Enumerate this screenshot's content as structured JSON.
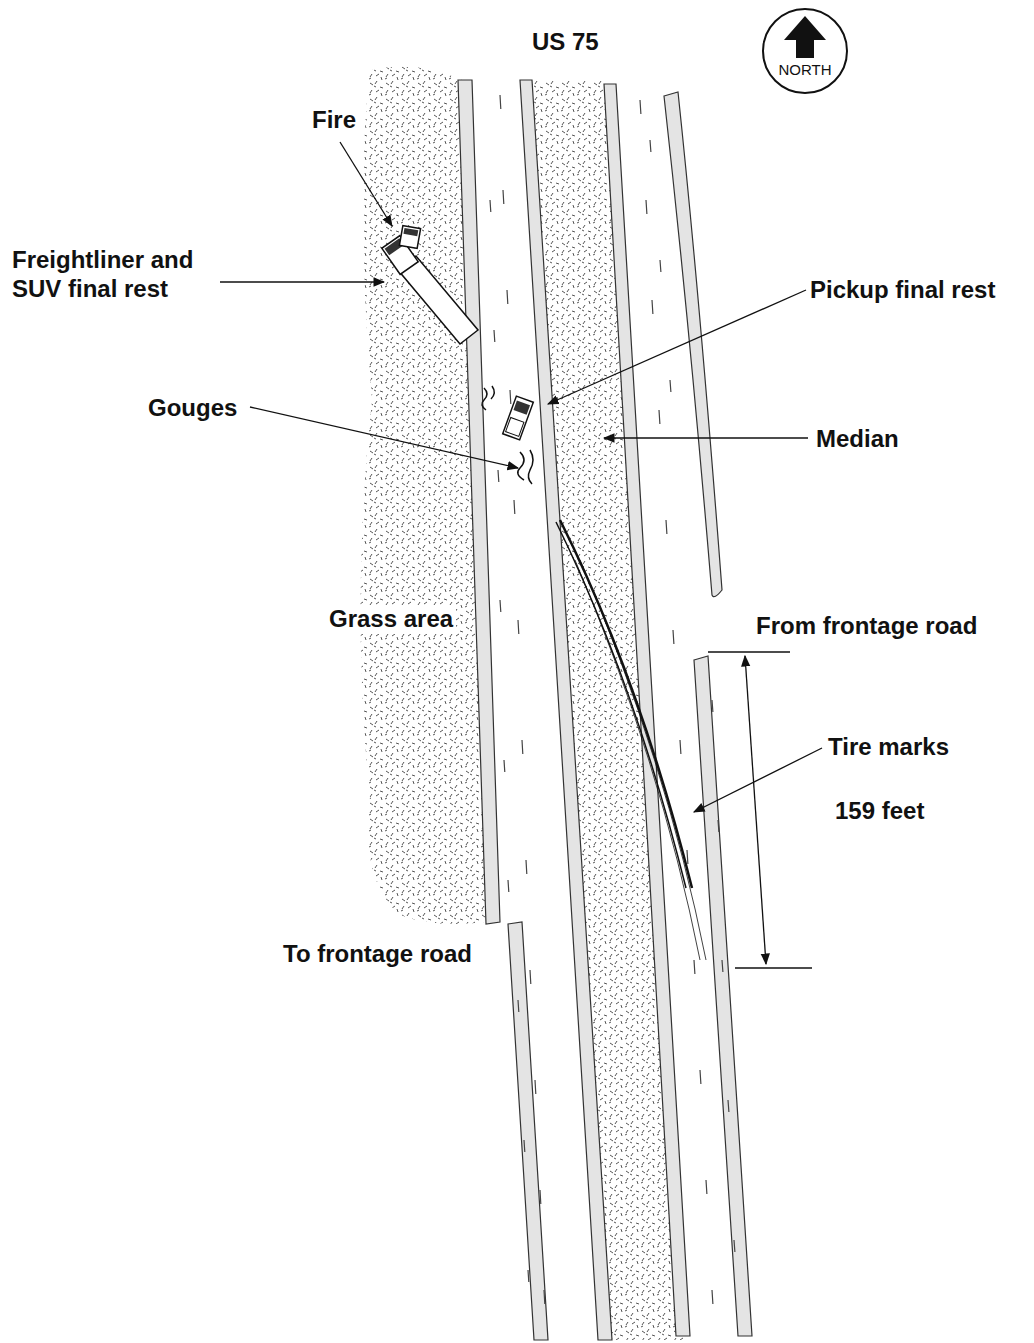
{
  "diagram": {
    "title": "US 75",
    "nodes": [
      {
        "text": [
          "NORTH"
        ]
      }
    ],
    "labels": [
      "Fire",
      "Freightliner and SUV final rest",
      "Pickup final rest",
      "Gouges",
      "Median",
      "Grass area",
      "From frontage road",
      "Tire marks",
      "159 feet",
      "To frontage road"
    ]
  }
}
